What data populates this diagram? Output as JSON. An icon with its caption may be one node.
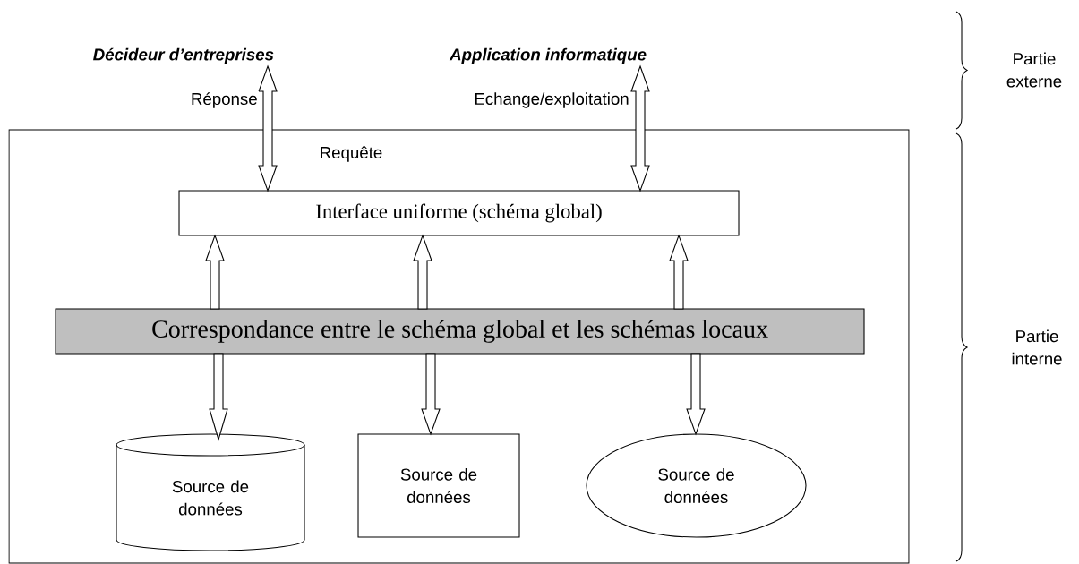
{
  "diagram": {
    "nodes": [
      {
        "text": [
          "Décideur d’entreprises"
        ]
      },
      {
        "text": [
          "Application informatique"
        ]
      },
      {
        "text": [],
        "shape": "box"
      },
      {
        "text": [
          "Interface uniforme (schéma global)"
        ],
        "in": 2
      },
      {
        "text": [
          "Correspondance entre le schéma global et les schémas locaux"
        ],
        "in": 2
      },
      {
        "text": [
          "Source de données"
        ],
        "in": 2
      },
      {
        "text": [
          "Source de données"
        ],
        "in": 2
      },
      {
        "text": [
          "Source de données"
        ],
        "in": 2
      }
    ],
    "edges": [
      {
        "from": 0,
        "to": 3,
        "arrow": "both",
        "label": "Réponse"
      },
      {
        "from": 1,
        "to": 3,
        "arrow": "both",
        "label": "Echange/exploitation"
      },
      {
        "from": 4,
        "to": 3,
        "arrow": "to"
      },
      {
        "from": 4,
        "to": 3,
        "arrow": "to"
      },
      {
        "from": 4,
        "to": 3,
        "arrow": "to"
      },
      {
        "from": 4,
        "to": 5,
        "arrow": "to"
      },
      {
        "from": 4,
        "to": 6,
        "arrow": "to"
      },
      {
        "from": 4,
        "to": 7,
        "arrow": "to"
      }
    ],
    "labels": [
      "Partie externe",
      "Requête",
      "Partie interne"
    ]
  }
}
